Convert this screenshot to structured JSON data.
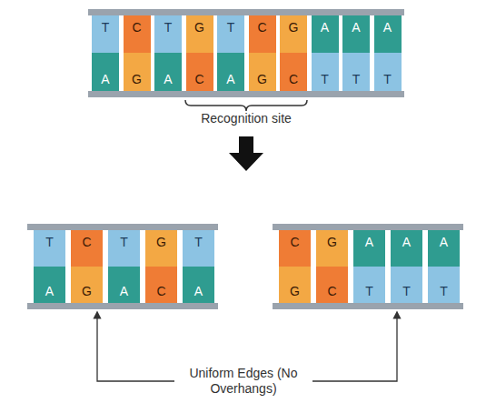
{
  "diagram": {
    "nodes": [
      {
        "text": [
          "T"
        ]
      },
      {
        "text": [
          "C"
        ]
      },
      {
        "text": [
          "T"
        ]
      },
      {
        "text": [
          "G"
        ]
      },
      {
        "text": [
          "T"
        ]
      },
      {
        "text": [
          "C"
        ]
      },
      {
        "text": [
          "G"
        ]
      },
      {
        "text": [
          "A"
        ]
      },
      {
        "text": [
          "A"
        ]
      },
      {
        "text": [
          "A"
        ]
      },
      {
        "text": [
          "A"
        ]
      },
      {
        "text": [
          "G"
        ]
      },
      {
        "text": [
          "A"
        ]
      },
      {
        "text": [
          "C"
        ]
      },
      {
        "text": [
          "A"
        ]
      },
      {
        "text": [
          "G"
        ]
      },
      {
        "text": [
          "C"
        ]
      },
      {
        "text": [
          "T"
        ]
      },
      {
        "text": [
          "T"
        ]
      },
      {
        "text": [
          "T"
        ]
      },
      {
        "text": [
          "T"
        ]
      },
      {
        "text": [
          "C"
        ]
      },
      {
        "text": [
          "T"
        ]
      },
      {
        "text": [
          "G"
        ]
      },
      {
        "text": [
          "T"
        ]
      },
      {
        "text": [
          "A"
        ]
      },
      {
        "text": [
          "G"
        ]
      },
      {
        "text": [
          "A"
        ]
      },
      {
        "text": [
          "C"
        ]
      },
      {
        "text": [
          "A"
        ]
      },
      {
        "text": [
          "C"
        ]
      },
      {
        "text": [
          "G"
        ]
      },
      {
        "text": [
          "A"
        ]
      },
      {
        "text": [
          "A"
        ]
      },
      {
        "text": [
          "A"
        ]
      },
      {
        "text": [
          "G"
        ]
      },
      {
        "text": [
          "C"
        ]
      },
      {
        "text": [
          "T"
        ]
      },
      {
        "text": [
          "T"
        ]
      },
      {
        "text": [
          "T"
        ]
      }
    ],
    "labels": [
      "Recognition site",
      "Uniform Edges (No Overhangs)"
    ]
  }
}
